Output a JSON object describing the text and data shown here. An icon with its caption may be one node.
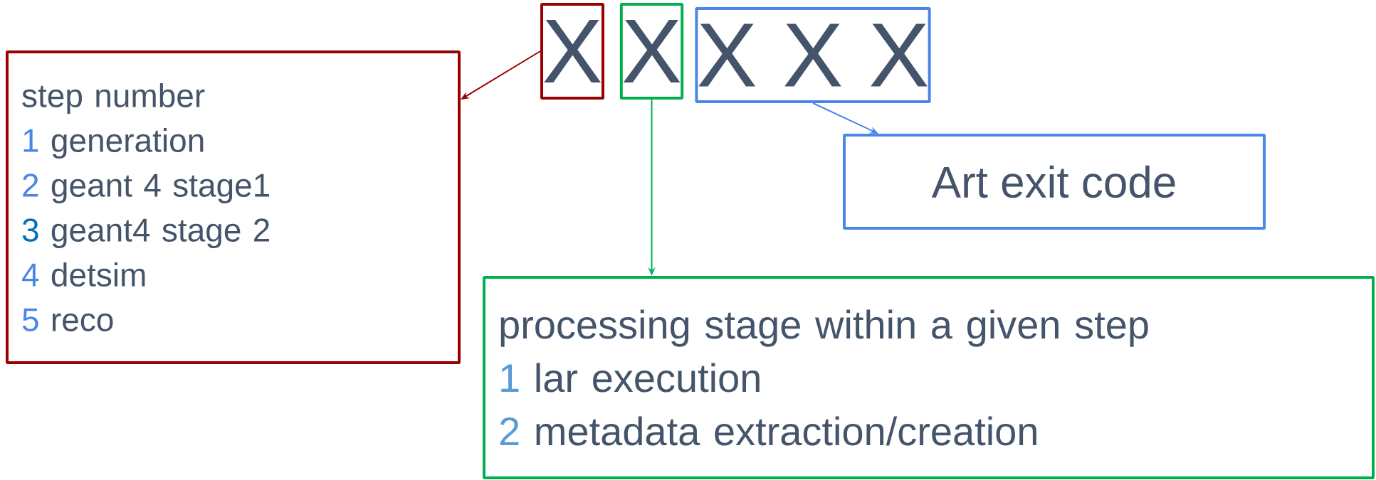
{
  "diagram": {
    "nodes": [
      {
        "text": [
          "X"
        ]
      },
      {
        "text": [
          "X"
        ]
      },
      {
        "text": [
          "X X X"
        ]
      },
      {
        "text": [
          "step number",
          "1",
          "generation",
          "2",
          "geant 4 stage1",
          "3",
          "geant4 stage 2",
          "4",
          "detsim",
          "5",
          "reco"
        ]
      },
      {
        "text": [
          "Art exit code"
        ]
      },
      {
        "text": [
          "processing stage within a given step",
          "1",
          "lar execution",
          "2",
          "metadata extraction/creation"
        ]
      }
    ],
    "edges": [
      {
        "from": 0,
        "to": 3,
        "arrow": "to",
        "color": "#990000"
      },
      {
        "from": 1,
        "to": 5,
        "arrow": "to",
        "color": "#00b050"
      },
      {
        "from": 2,
        "to": 4,
        "arrow": "to",
        "color": "#4a86e8"
      }
    ]
  }
}
